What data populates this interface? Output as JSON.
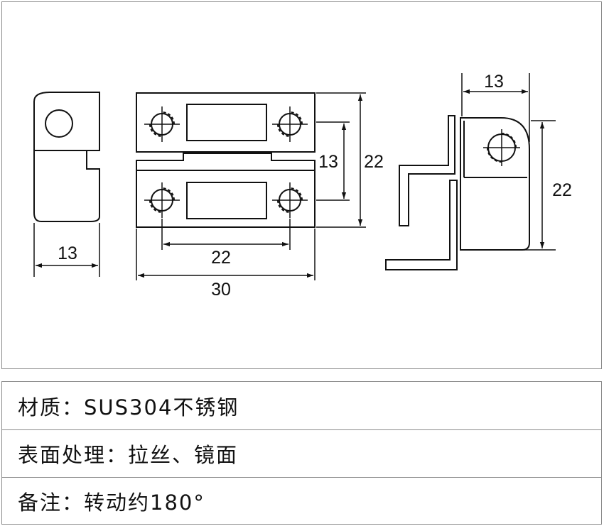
{
  "drawing": {
    "left_view": {
      "width_dim": "13"
    },
    "front_view": {
      "hole_spacing_dim": "22",
      "overall_width_dim": "30",
      "leaf_height_dim": "13",
      "overall_height_dim": "22"
    },
    "side_view": {
      "width_dim": "13",
      "height_dim": "22"
    }
  },
  "specs": [
    {
      "label": "材质：",
      "value": "SUS304不锈钢"
    },
    {
      "label": "表面处理：",
      "value": "拉丝、镜面"
    },
    {
      "label": "备注：",
      "value": "转动约180°"
    }
  ]
}
